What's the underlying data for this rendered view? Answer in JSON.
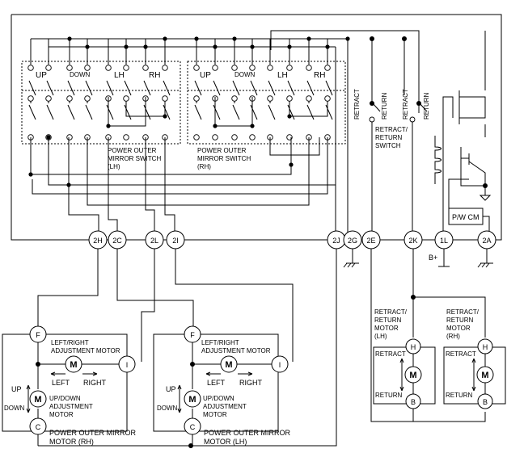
{
  "labels": {
    "switch_lh": [
      "POWER OUTER",
      "MIRROR SWITCH",
      "(LH)"
    ],
    "switch_rh": [
      "POWER OUTER",
      "MIRROR SWITCH",
      "(RH)"
    ],
    "retract_switch": [
      "RETRACT/",
      "RETURN",
      "SWITCH"
    ],
    "pos_up": "UP",
    "pos_down": "DOWN",
    "pos_lh": "LH",
    "pos_rh": "RH",
    "retract": "RETRACT",
    "return": "RETURN",
    "pw_cm": "P/W CM",
    "b_plus": "B+",
    "motor_glyph": "M",
    "lr_motor": [
      "LEFT/RIGHT",
      "ADJUSTMENT MOTOR"
    ],
    "ud_motor": [
      "UP/DOWN",
      "ADJUSTMENT",
      "MOTOR"
    ],
    "left": "LEFT",
    "right": "RIGHT",
    "up": "UP",
    "down": "DOWN",
    "mirror_rh": [
      "POWER OUTER MIRROR",
      "MOTOR (RH)"
    ],
    "mirror_lh": [
      "POWER OUTER MIRROR",
      "MOTOR (LH)"
    ],
    "retract_motor_lh": [
      "RETRACT/",
      "RETURN",
      "MOTOR",
      "(LH)"
    ],
    "retract_motor_rh": [
      "RETRACT/",
      "RETURN",
      "MOTOR",
      "(RH)"
    ],
    "retract_short": "RETRACT",
    "return_short": "RETURN"
  },
  "connectors": {
    "c2H": "2H",
    "c2C": "2C",
    "c2L": "2L",
    "c2I": "2I",
    "c2J": "2J",
    "c2G": "2G",
    "c2E": "2E",
    "c2K": "2K",
    "c1L": "1L",
    "c2A": "2A"
  },
  "motor_terminals": {
    "F": "F",
    "I": "I",
    "C": "C",
    "H": "H",
    "B": "B"
  }
}
